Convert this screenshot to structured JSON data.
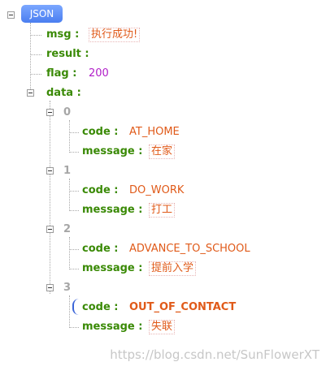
{
  "root_label": "JSON",
  "top": {
    "msg_key": "msg :",
    "msg_value": "执行成功!",
    "result_key": "result :",
    "flag_key": "flag :",
    "flag_value": "200",
    "data_key": "data :"
  },
  "items": [
    {
      "index": "0",
      "code_key": "code :",
      "code_value": "AT_HOME",
      "message_key": "message :",
      "message_value": "在家"
    },
    {
      "index": "1",
      "code_key": "code :",
      "code_value": "DO_WORK",
      "message_key": "message :",
      "message_value": "打工"
    },
    {
      "index": "2",
      "code_key": "code :",
      "code_value": "ADVANCE_TO_SCHOOL",
      "message_key": "message :",
      "message_value": "提前入学"
    },
    {
      "index": "3",
      "code_key": "code :",
      "code_value": "OUT_OF_CONTACT",
      "message_key": "message :",
      "message_value": "失联"
    }
  ],
  "watermark": "https://blog.csdn.net/SunFlowerXT"
}
